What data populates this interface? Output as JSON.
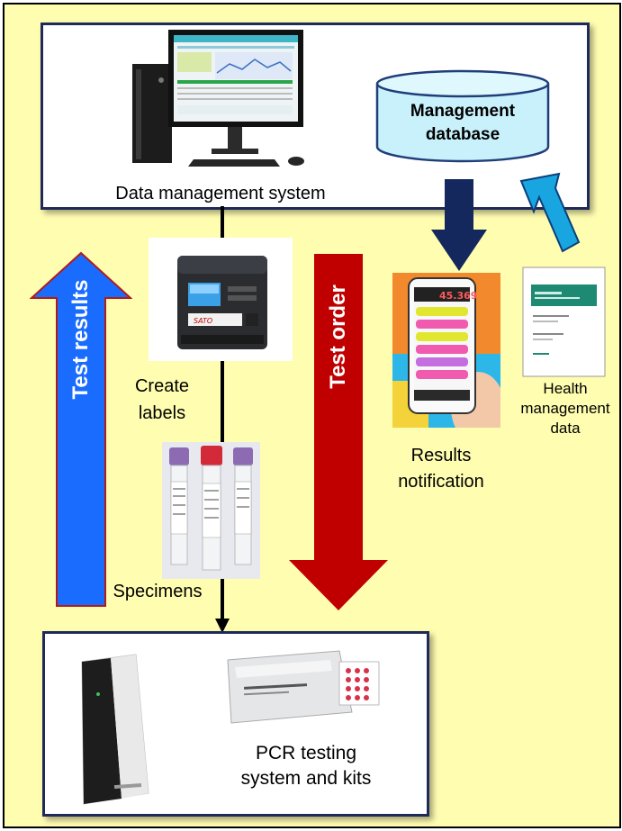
{
  "top_panel": {
    "system_label": "Data management system",
    "database_line1": "Management",
    "database_line2": "database"
  },
  "labels": {
    "create_labels_1": "Create",
    "create_labels_2": "labels",
    "specimens": "Specimens",
    "test_results": "Test results",
    "test_order": "Test order",
    "results_notification_1": "Results",
    "results_notification_2": "notification",
    "health_1": "Health",
    "health_2": "management",
    "health_3": "data"
  },
  "bottom_panel": {
    "pcr_line1": "PCR testing",
    "pcr_line2": "system and kits"
  },
  "phone": {
    "readout": "45.369"
  },
  "colors": {
    "background": "#fffdb0",
    "test_results_arrow": "#1a6cff",
    "test_order_arrow": "#c00000",
    "database_fill": "#c9f1fb",
    "upload_arrow": "#19a6e0",
    "download_arrow": "#14285e"
  }
}
